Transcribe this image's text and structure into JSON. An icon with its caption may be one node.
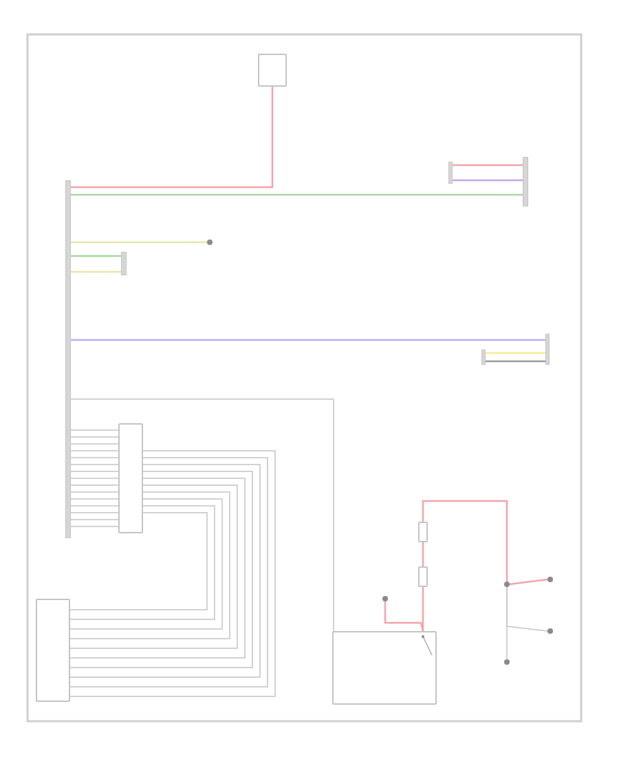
{
  "diagram": {
    "nodes": [
      {
        "text": [],
        "shape": "bar"
      },
      {
        "text": [],
        "shape": "box"
      },
      {
        "text": [],
        "shape": "bar"
      },
      {
        "text": [],
        "shape": "circle"
      },
      {
        "text": [],
        "shape": "bar"
      },
      {
        "text": [],
        "shape": "bar"
      },
      {
        "text": [],
        "shape": "bar"
      },
      {
        "text": [],
        "shape": "bar"
      },
      {
        "text": [],
        "shape": "box"
      },
      {
        "text": [],
        "shape": "box"
      },
      {
        "text": [],
        "shape": "box"
      },
      {
        "text": [],
        "shape": "box"
      },
      {
        "text": [],
        "shape": "box"
      },
      {
        "text": [],
        "shape": "circle"
      },
      {
        "text": [],
        "shape": "circle"
      },
      {
        "text": [],
        "shape": "circle"
      },
      {
        "text": [],
        "shape": "circle"
      },
      {
        "text": [],
        "shape": "circle"
      }
    ],
    "edges": [
      {
        "from": 0,
        "to": 1,
        "arrow": "none",
        "color": "#f4a3ab"
      },
      {
        "from": 0,
        "to": 2,
        "arrow": "none",
        "color": "#a9d8a2"
      },
      {
        "from": 6,
        "to": 2,
        "arrow": "none",
        "color": "#f4a3ab"
      },
      {
        "from": 6,
        "to": 2,
        "arrow": "none",
        "color": "#c9a3e6"
      },
      {
        "from": 0,
        "to": 3,
        "arrow": "none",
        "color": "#e6e6b0"
      },
      {
        "from": 0,
        "to": 4,
        "arrow": "none",
        "color": "#a9d8a2"
      },
      {
        "from": 0,
        "to": 4,
        "arrow": "none",
        "color": "#e6e6b0"
      },
      {
        "from": 0,
        "to": 5,
        "arrow": "none",
        "color": "#b3b3f2"
      },
      {
        "from": 7,
        "to": 5,
        "arrow": "none",
        "color": "#eded9a"
      },
      {
        "from": 7,
        "to": 5,
        "arrow": "none",
        "color": "#9a9a9a"
      },
      {
        "from": 0,
        "to": 10,
        "arrow": "none"
      },
      {
        "from": 0,
        "to": 8,
        "arrow": "none"
      },
      {
        "from": 0,
        "to": 8,
        "arrow": "none"
      },
      {
        "from": 0,
        "to": 8,
        "arrow": "none"
      },
      {
        "from": 0,
        "to": 8,
        "arrow": "none"
      },
      {
        "from": 0,
        "to": 8,
        "arrow": "none"
      },
      {
        "from": 0,
        "to": 8,
        "arrow": "none"
      },
      {
        "from": 0,
        "to": 8,
        "arrow": "none"
      },
      {
        "from": 0,
        "to": 8,
        "arrow": "none"
      },
      {
        "from": 0,
        "to": 8,
        "arrow": "none"
      },
      {
        "from": 0,
        "to": 8,
        "arrow": "none"
      },
      {
        "from": 0,
        "to": 8,
        "arrow": "none"
      },
      {
        "from": 0,
        "to": 8,
        "arrow": "none"
      },
      {
        "from": 0,
        "to": 8,
        "arrow": "none"
      },
      {
        "from": 0,
        "to": 8,
        "arrow": "none"
      },
      {
        "from": 0,
        "to": 8,
        "arrow": "none"
      },
      {
        "from": 8,
        "to": 9,
        "arrow": "none"
      },
      {
        "from": 8,
        "to": 9,
        "arrow": "none"
      },
      {
        "from": 8,
        "to": 9,
        "arrow": "none"
      },
      {
        "from": 8,
        "to": 9,
        "arrow": "none"
      },
      {
        "from": 8,
        "to": 9,
        "arrow": "none"
      },
      {
        "from": 8,
        "to": 9,
        "arrow": "none"
      },
      {
        "from": 8,
        "to": 9,
        "arrow": "none"
      },
      {
        "from": 8,
        "to": 9,
        "arrow": "none"
      },
      {
        "from": 8,
        "to": 9,
        "arrow": "none"
      },
      {
        "from": 8,
        "to": 9,
        "arrow": "none"
      },
      {
        "from": 17,
        "to": 10,
        "arrow": "none",
        "color": "#f4a3ab"
      },
      {
        "from": 10,
        "to": 12,
        "arrow": "none",
        "color": "#f4a3ab"
      },
      {
        "from": 12,
        "to": 11,
        "arrow": "none",
        "color": "#f4a3ab"
      },
      {
        "from": 11,
        "to": 13,
        "arrow": "none",
        "color": "#f4a3ab"
      },
      {
        "from": 13,
        "to": 14,
        "arrow": "none",
        "color": "#f4a3ab"
      },
      {
        "from": 13,
        "to": 15,
        "arrow": "none"
      },
      {
        "from": 13,
        "to": 16,
        "arrow": "none"
      }
    ]
  }
}
